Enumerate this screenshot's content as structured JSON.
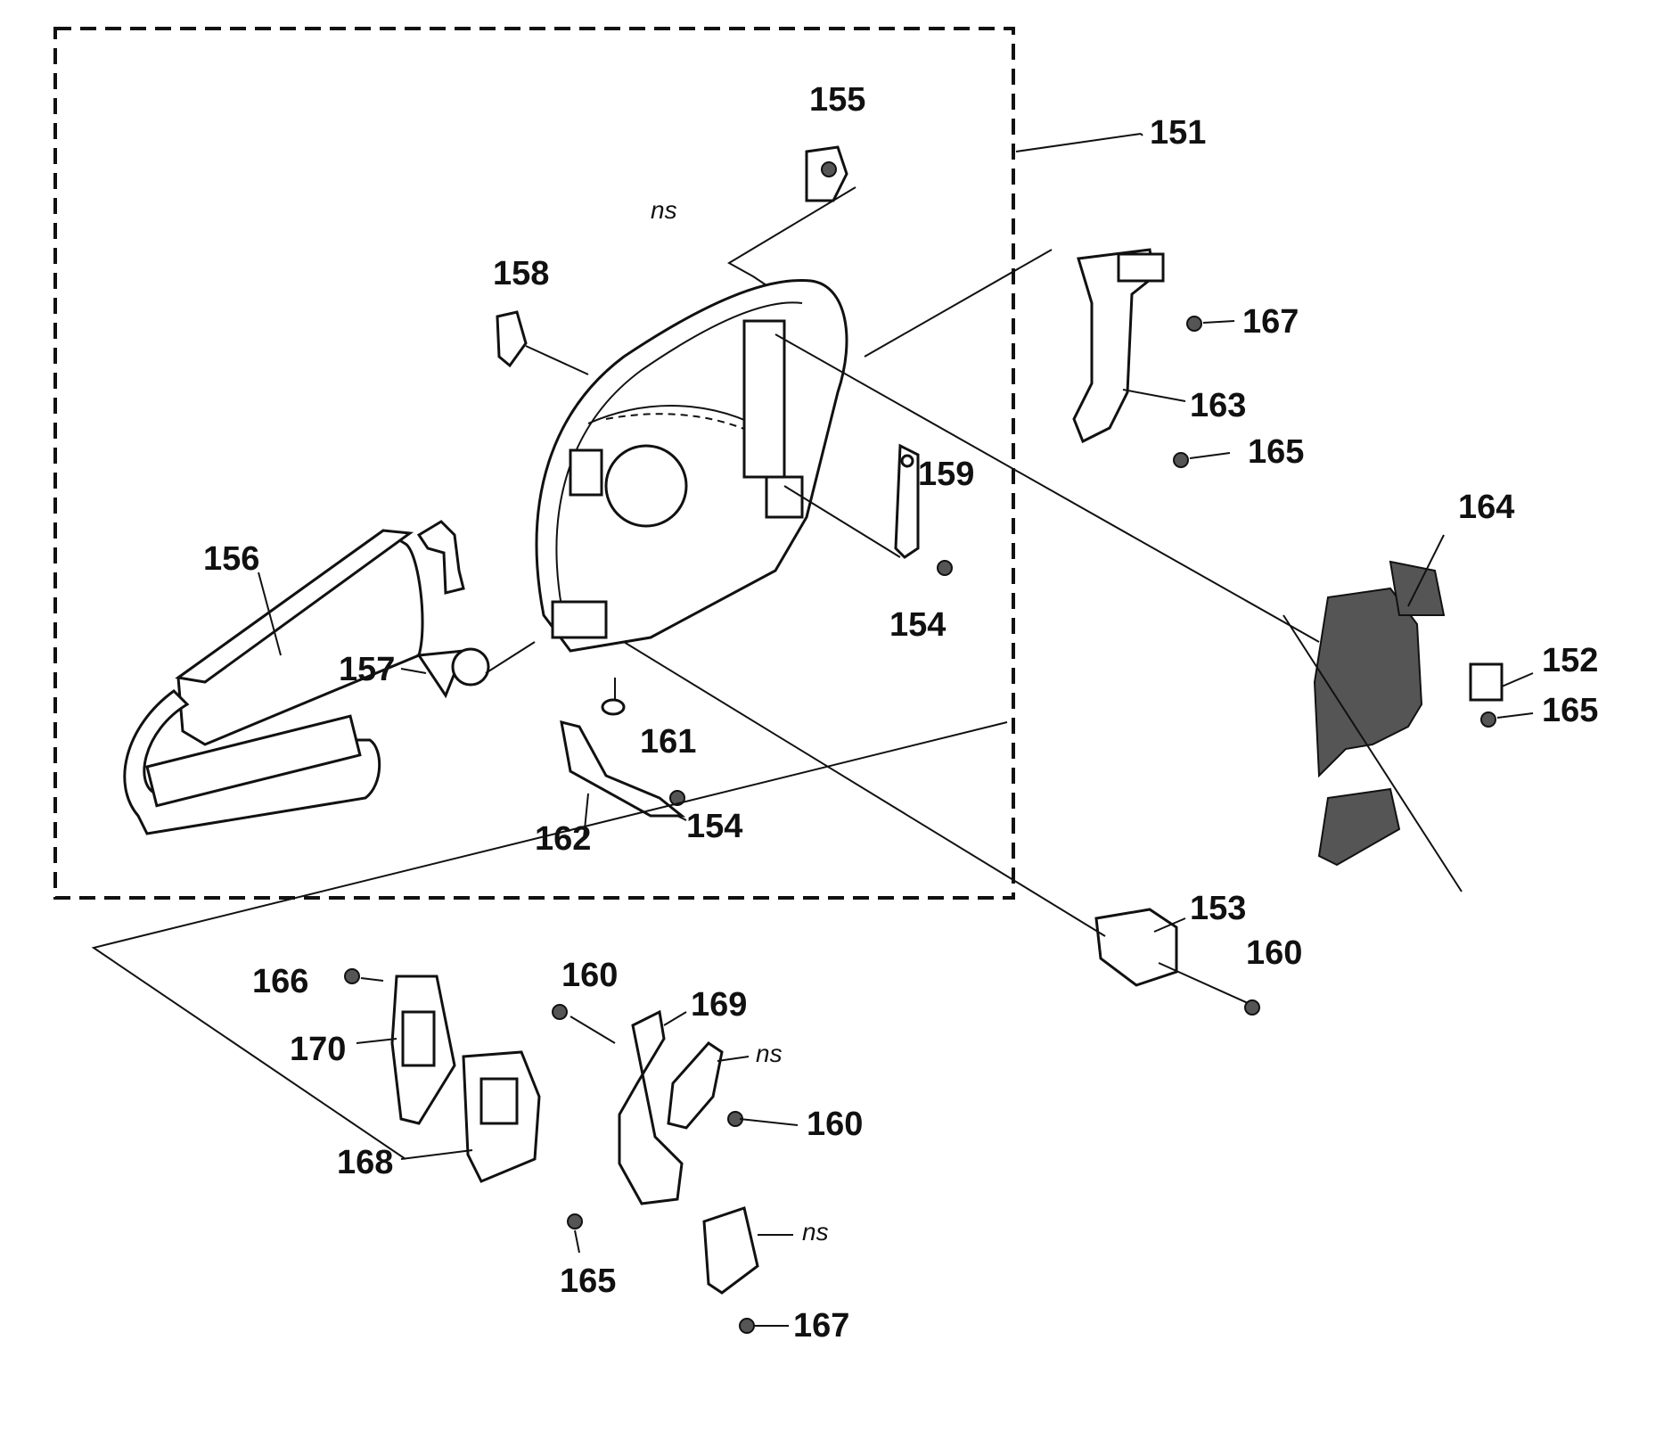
{
  "callouts": {
    "c151": "151",
    "c152": "152",
    "c153": "153",
    "c154a": "154",
    "c154b": "154",
    "c155": "155",
    "c156": "156",
    "c157": "157",
    "c158": "158",
    "c159": "159",
    "c160a": "160",
    "c160b": "160",
    "c160c": "160",
    "c161": "161",
    "c162": "162",
    "c163": "163",
    "c164": "164",
    "c165a": "165",
    "c165b": "165",
    "c165c": "165",
    "c166": "166",
    "c167a": "167",
    "c167b": "167",
    "c168": "168",
    "c169": "169",
    "c170": "170"
  },
  "not_supplied": {
    "ns1": "ns",
    "ns2": "ns",
    "ns3": "ns"
  }
}
